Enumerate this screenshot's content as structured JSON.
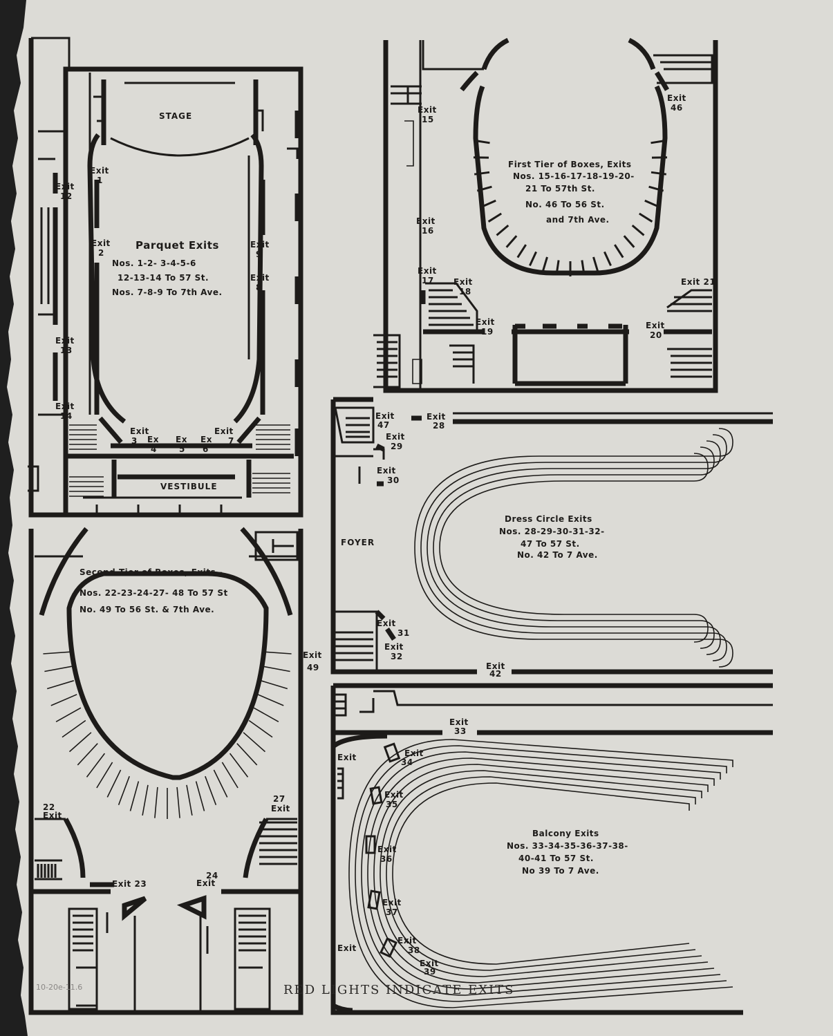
{
  "footer": "RED LIGHTS INDICATE EXITS",
  "handwritten_note": "10-20e-11.6",
  "parquet": {
    "room_labels": {
      "stage": "STAGE",
      "vestibule": "VESTIBULE"
    },
    "title": [
      "Parquet Exits",
      "Nos. 1-2- 3-4-5-6",
      "12-13-14 To 57 St.",
      "Nos. 7-8-9 To 7th Ave."
    ],
    "exits": [
      {
        "text": "Exit",
        "num": "1"
      },
      {
        "text": "Exit",
        "num": "2"
      },
      {
        "text": "Exit",
        "num": "3"
      },
      {
        "text": "Ex",
        "num": "4"
      },
      {
        "text": "Ex",
        "num": "5"
      },
      {
        "text": "Ex",
        "num": "6"
      },
      {
        "text": "Exit",
        "num": "7"
      },
      {
        "text": "Exit",
        "num": "8"
      },
      {
        "text": "Exit",
        "num": "9"
      },
      {
        "text": "Exit",
        "num": "12"
      },
      {
        "text": "Exit",
        "num": "13"
      },
      {
        "text": "Exit",
        "num": "14"
      }
    ]
  },
  "first_tier": {
    "title": [
      "First Tier of Boxes, Exits",
      "Nos. 15-16-17-18-19-20-",
      "21 To 57th St.",
      "No. 46 To 56 St.",
      "and 7th Ave."
    ],
    "exits": [
      {
        "text": "Exit",
        "num": "15"
      },
      {
        "text": "Exit",
        "num": "16"
      },
      {
        "text": "Exit",
        "num": "17"
      },
      {
        "text": "Exit",
        "num": "18"
      },
      {
        "text": "Exit",
        "num": "19"
      },
      {
        "text": "Exit",
        "num": "20"
      },
      {
        "text": "Exit",
        "num": "21"
      },
      {
        "text": "Exit",
        "num": "46"
      }
    ]
  },
  "second_tier": {
    "title": [
      "Second Tier of Boxes, Exits -",
      "Nos. 22-23-24-27- 48 To 57 St",
      "No. 49 To 56 St. & 7th Ave."
    ],
    "exits": [
      {
        "text": "Exit",
        "num": "22"
      },
      {
        "text": "Exit",
        "num": "23"
      },
      {
        "text": "Exit",
        "num": "24"
      },
      {
        "text": "Exit",
        "num": "27"
      },
      {
        "text": "Exit",
        "num": "49"
      }
    ]
  },
  "dress_circle": {
    "room_labels": {
      "foyer": "FOYER"
    },
    "title": [
      "Dress Circle Exits",
      "Nos. 28-29-30-31-32-",
      "47 To 57 St.",
      "No. 42 To 7 Ave."
    ],
    "exits": [
      {
        "text": "Exit",
        "num": "47"
      },
      {
        "text": "Exit",
        "num": "28"
      },
      {
        "text": "Exit",
        "num": "29"
      },
      {
        "text": "Exit",
        "num": "30"
      },
      {
        "text": "Exit",
        "num": "31"
      },
      {
        "text": "Exit",
        "num": "32"
      },
      {
        "text": "Exit",
        "num": "42"
      }
    ]
  },
  "balcony": {
    "title": [
      "Balcony Exits",
      "Nos. 33-34-35-36-37-38-",
      "40-41 To 57 St.",
      "No 39 To 7 Ave."
    ],
    "exits": [
      {
        "text": "Exit",
        "num": "33"
      },
      {
        "text": "Exit",
        "num": "34"
      },
      {
        "text": "Exit",
        "num": "35"
      },
      {
        "text": "Exit",
        "num": "36"
      },
      {
        "text": "Exit",
        "num": "37"
      },
      {
        "text": "Exit",
        "num": "38"
      },
      {
        "text": "Exit",
        "num": "39"
      },
      {
        "text": "Exit",
        "num": ""
      },
      {
        "text": "Exit",
        "num": ""
      }
    ]
  }
}
